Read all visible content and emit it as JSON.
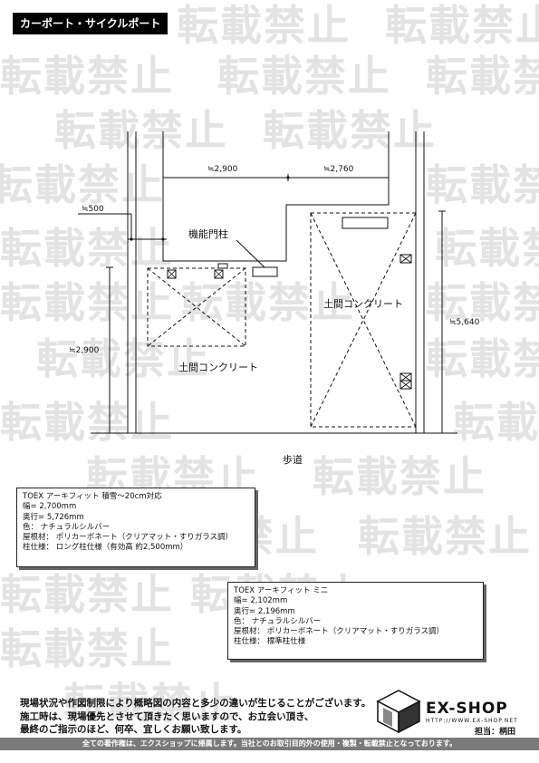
{
  "header": {
    "title": "カーポート・サイクルポート"
  },
  "watermark": {
    "text": "転載禁止"
  },
  "plan": {
    "dims": {
      "top_left": "≒2,900",
      "top_right": "≒2,760",
      "offset": "≒500",
      "left_height": "≒2,900",
      "right_height": "≒5,640"
    },
    "labels": {
      "gate_pillar": "機能門柱",
      "concrete_right": "土間コンクリート",
      "concrete_left": "土間コンクリート",
      "sidewalk": "歩道"
    }
  },
  "spec1": {
    "lines": [
      "TOEX アーキフィット 積雪～20cm対応",
      "幅= 2,700mm",
      "奥行= 5,726mm",
      "色： ナチュラルシルバー",
      "屋根材： ポリカーボネート（クリアマット・すりガラス調）",
      "柱仕様： ロング柱仕様（有効高 約2,500mm）"
    ]
  },
  "spec2": {
    "lines": [
      "TOEX アーキフィット ミニ",
      "幅= 2,102mm",
      "奥行= 2,196mm",
      "色： ナチュラルシルバー",
      "屋根材： ポリカーボネート（クリアマット・すりガラス調）",
      "柱仕様： 標準柱仕様"
    ]
  },
  "notice": {
    "lines": [
      "現場状況や作図制限により概略図の内容と多少の違いが生じることがございます。",
      "施工時は、現場優先とさせて頂きたく思いますので、お立会い頂き、",
      "最終のご指示のほど、何卒、宜しくお願い致します。"
    ]
  },
  "brand": {
    "name": "EX-SHOP",
    "url": "HTTP://WWW.EX-SHOP.NET",
    "staff": "担当：柄田"
  },
  "footer": {
    "text": "全ての著作権は、エクスショップに帰属します。当社とのお取引目的外の使用・複製・転載禁止となっております。"
  }
}
